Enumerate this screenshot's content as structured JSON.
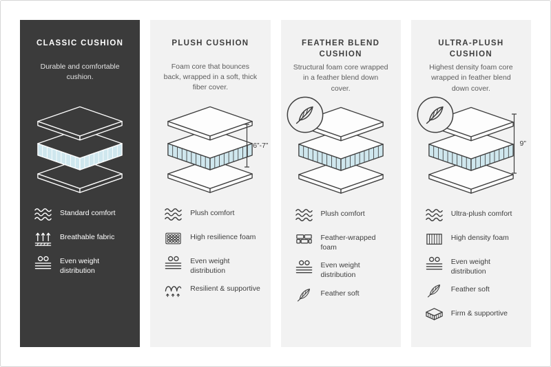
{
  "colors": {
    "dark_panel": "#3b3b3b",
    "light_panel": "#f2f2f2",
    "foam_fill": "#cfe7ee",
    "outline": "#3e3e3e"
  },
  "panels": [
    {
      "title": "CLASSIC CUSHION",
      "description": "Durable and comfortable cushion.",
      "theme": "dark",
      "features": [
        {
          "icon": "waves-icon",
          "label": "Standard comfort"
        },
        {
          "icon": "breathable-arrows-icon",
          "label": "Breathable fabric"
        },
        {
          "icon": "weight-distribution-icon",
          "label": "Even weight distribution"
        }
      ]
    },
    {
      "title": "PLUSH CUSHION",
      "description": "Foam core that bounces back, wrapped in a soft, thick fiber cover.",
      "theme": "light",
      "dimension": "6”-7”",
      "features": [
        {
          "icon": "waves-icon",
          "label": "Plush comfort"
        },
        {
          "icon": "foam-bubbles-icon",
          "label": "High resilience foam"
        },
        {
          "icon": "weight-distribution-icon",
          "label": "Even weight distribution"
        },
        {
          "icon": "spring-icon",
          "label": "Resilient & supportive"
        }
      ]
    },
    {
      "title": "FEATHER BLEND CUSHION",
      "description": "Structural foam core wrapped in a feather blend down cover.",
      "theme": "light",
      "has_feather_badge": true,
      "features": [
        {
          "icon": "waves-icon",
          "label": "Plush comfort"
        },
        {
          "icon": "foam-bricks-icon",
          "label": "Feather-wrapped foam"
        },
        {
          "icon": "weight-distribution-icon",
          "label": "Even weight distribution"
        },
        {
          "icon": "feather-icon",
          "label": "Feather soft"
        }
      ]
    },
    {
      "title": "ULTRA-PLUSH CUSHION",
      "description": "Highest density foam core wrapped in feather blend down cover.",
      "theme": "light",
      "has_feather_badge": true,
      "dimension": "9”",
      "features": [
        {
          "icon": "waves-icon",
          "label": "Ultra-plush comfort"
        },
        {
          "icon": "density-lines-icon",
          "label": "High density foam"
        },
        {
          "icon": "weight-distribution-icon",
          "label": "Even weight distribution"
        },
        {
          "icon": "feather-icon",
          "label": "Feather soft"
        },
        {
          "icon": "firm-slab-icon",
          "label": "Firm & supportive"
        }
      ]
    }
  ]
}
